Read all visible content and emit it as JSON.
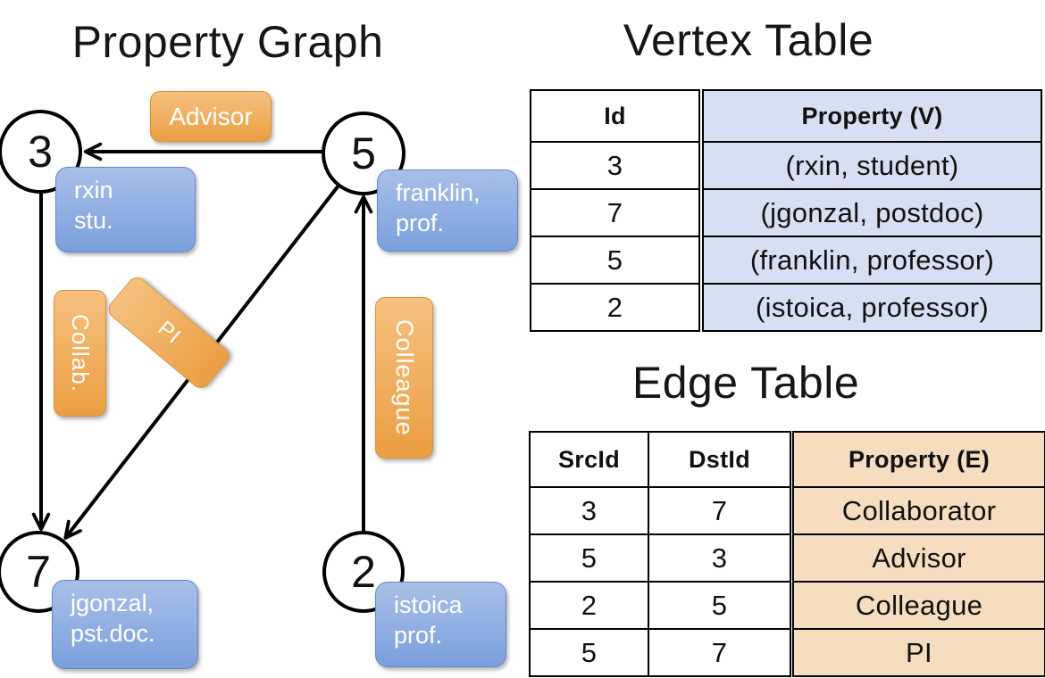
{
  "titles": {
    "graph": "Property Graph",
    "vertex_table": "Vertex Table",
    "edge_table": "Edge Table"
  },
  "nodes": {
    "n3": "3",
    "n5": "5",
    "n7": "7",
    "n2": "2"
  },
  "vertex_boxes": {
    "v3": {
      "line1": "rxin",
      "line2": "stu."
    },
    "v5": {
      "line1": "franklin,",
      "line2": "prof."
    },
    "v7": {
      "line1": "jgonzal,",
      "line2": "pst.doc."
    },
    "v2": {
      "line1": "istoica",
      "line2": "prof."
    }
  },
  "edge_labels": {
    "advisor": "Advisor",
    "collab": "Collab.",
    "pi": "PI",
    "colleague": "Colleague"
  },
  "vertex_table": {
    "headers": {
      "id": "Id",
      "prop": "Property (V)"
    },
    "rows": [
      {
        "id": "3",
        "prop": "(rxin, student)"
      },
      {
        "id": "7",
        "prop": "(jgonzal, postdoc)"
      },
      {
        "id": "5",
        "prop": "(franklin, professor)"
      },
      {
        "id": "2",
        "prop": "(istoica, professor)"
      }
    ]
  },
  "edge_table": {
    "headers": {
      "src": "SrcId",
      "dst": "DstId",
      "prop": "Property (E)"
    },
    "rows": [
      {
        "src": "3",
        "dst": "7",
        "prop": "Collaborator"
      },
      {
        "src": "5",
        "dst": "3",
        "prop": "Advisor"
      },
      {
        "src": "2",
        "dst": "5",
        "prop": "Colleague"
      },
      {
        "src": "5",
        "dst": "7",
        "prop": "PI"
      }
    ]
  },
  "colors": {
    "orange_light": "#f5c180",
    "orange_dark": "#eb9e42",
    "orange_border": "#da9136",
    "blue_light": "#a8c0e8",
    "blue_dark": "#7b9fdc",
    "blue_border": "#6388cc",
    "vertex_cell_bg": "#d6e0f2",
    "edge_cell_bg": "#f6ddc0",
    "line_color": "#000000"
  }
}
